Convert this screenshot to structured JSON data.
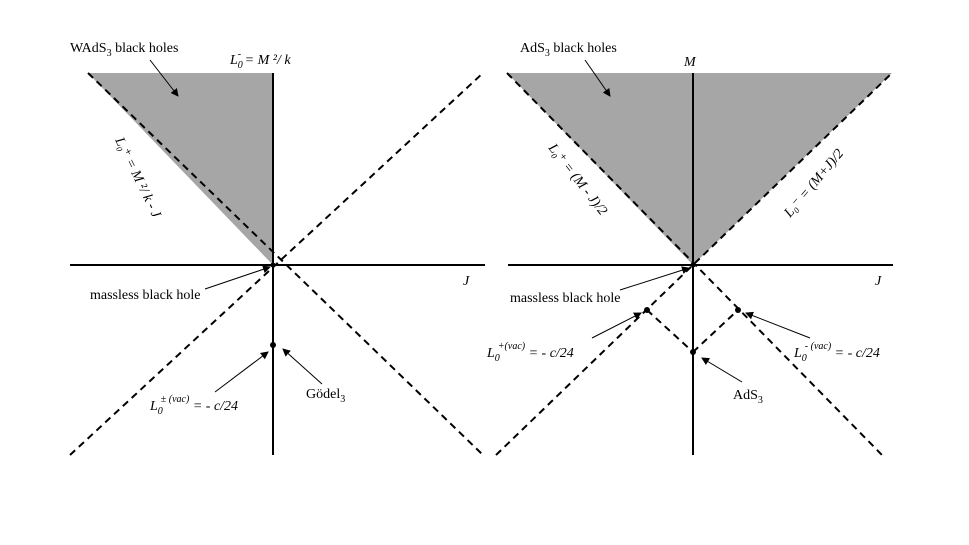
{
  "left": {
    "region_label": "WAdS",
    "region_sub": "3",
    "region_label_rest": " black holes",
    "top_axis_label_L": "L",
    "top_axis_sub": "0",
    "top_axis_sup": "-",
    "top_axis_rhs": " = M ²/ k",
    "diag_label": "L₀⁺ = M ²/ k - J",
    "x_axis_label": "J",
    "massless_label": "massless black hole",
    "vac_label_L": "L",
    "vac_sub": "0",
    "vac_sup": "± (vac)",
    "vac_rhs": " = - c/24",
    "godel_label": "Gödel",
    "godel_sub": "3"
  },
  "right": {
    "region_label": "AdS",
    "region_sub": "3",
    "region_label_rest": " black holes",
    "y_axis_label": "M",
    "diag_left_label": "L₀⁺ = (M - J)/2",
    "diag_right_label": "L₀⁻ = (M+J)/2",
    "x_axis_label": "J",
    "massless_label": "massless black hole",
    "vac_left_L": "L",
    "vac_left_sub": "0",
    "vac_left_sup": "+(vac)",
    "vac_left_rhs": " = - c/24",
    "vac_right_L": "L",
    "vac_right_sub": "0",
    "vac_right_sup": "- (vac)",
    "vac_right_rhs": " = - c/24",
    "ads_label": "AdS",
    "ads_sub": "3"
  },
  "colors": {
    "shade": "#a6a6a6",
    "line": "#000000"
  }
}
